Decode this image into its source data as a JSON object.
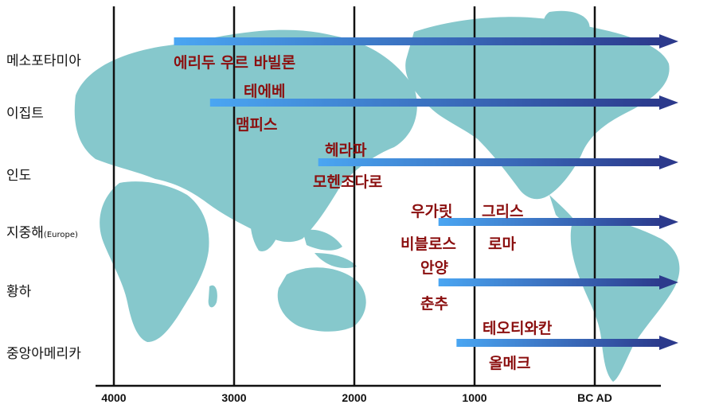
{
  "regions": [
    {
      "label": "메소포타미아",
      "sub": "",
      "start_year": -3500,
      "civs": [
        "에리두 우르 바빌론",
        "테에베"
      ]
    },
    {
      "label": "이집트",
      "sub": "",
      "start_year": -3200,
      "civs": [
        "맴피스"
      ]
    },
    {
      "label": "인도",
      "sub": "",
      "start_year": -2300,
      "civs": [
        "헤라파",
        "모헨조다로"
      ]
    },
    {
      "label": "지중해",
      "sub": "(Europe)",
      "start_year": -1300,
      "civs": [
        "우가릿",
        "그리스",
        "비블로스",
        "로마",
        "안양"
      ]
    },
    {
      "label": "황하",
      "sub": "",
      "start_year": -1300,
      "civs": [
        "춘추"
      ]
    },
    {
      "label": "중앙아메리카",
      "sub": "",
      "start_year": -1150,
      "civs": [
        "테오티와칸",
        "올메크"
      ]
    }
  ],
  "axis": {
    "ticks": [
      "4000",
      "3000",
      "2000",
      "1000",
      "BC AD"
    ],
    "tick_years": [
      -4000,
      -3000,
      -2000,
      -1000,
      0
    ]
  },
  "colors": {
    "map": "#86c8cc",
    "arrow_start": "#4aa6f2",
    "arrow_end": "#2c3a8c",
    "civ_text": "#8b0f0f",
    "grid": "#111111"
  }
}
